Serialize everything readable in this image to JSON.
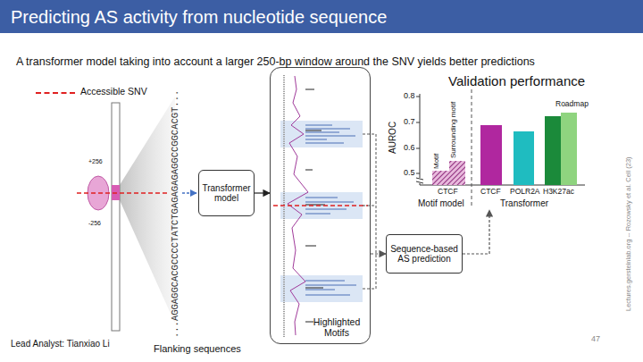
{
  "diagram": {
    "title": "Predicting AS activity from nucleotide sequence",
    "nodes": [
      {
        "text": [
          "Transformer model"
        ]
      },
      {
        "text": [
          "Highlighted Motifs"
        ]
      },
      {
        "text": [
          "Validation performance"
        ]
      },
      {
        "text": [
          "Sequence-based AS prediction"
        ]
      }
    ],
    "edges": [
      {
        "from": 0,
        "to": 1,
        "arrow": "to"
      },
      {
        "from": 1,
        "to": 3,
        "arrow": "to"
      },
      {
        "from": 3,
        "to": 2,
        "arrow": "to"
      }
    ],
    "labels": [
      "A transformer model taking into account a larger 250-bp window around the SNV yields better predictions",
      "+256",
      "-256",
      "...AGGAGGCACGCCCCTATCTGAGAGAGAGGCCGGCACGT...",
      "Flanking sequences",
      "0.8",
      "0.7",
      "0.6",
      "0.5",
      "AUROC",
      "Motif",
      "Surrounding motif",
      "Roadmap",
      "CTCF",
      "CTCF",
      "POLR2A",
      "H3K27ac",
      "Motif model",
      "Transformer",
      "Lectures.gersteinlab.org -- Rozowsky et al. Cell (23)",
      "Lead Analyst: Tianxiao Li",
      "47"
    ],
    "legend": [
      {
        "text": "Accessible SNV"
      }
    ]
  }
}
